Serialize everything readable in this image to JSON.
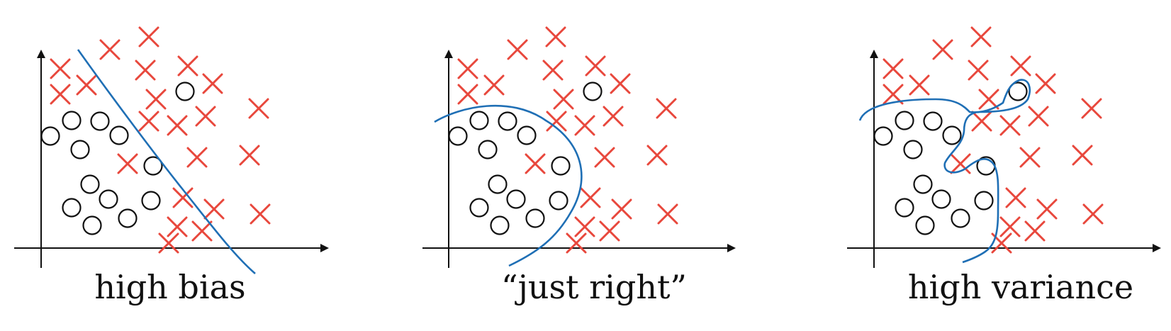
{
  "colors": {
    "axis": "#111111",
    "cross": "#e8473c",
    "circle": "#111111",
    "boundary": "#1f6fb5",
    "caption": "#111111"
  },
  "panels": [
    {
      "caption": "high bias"
    },
    {
      "caption": "“just right”"
    },
    {
      "caption": "high variance"
    }
  ],
  "legend_note": ""
}
